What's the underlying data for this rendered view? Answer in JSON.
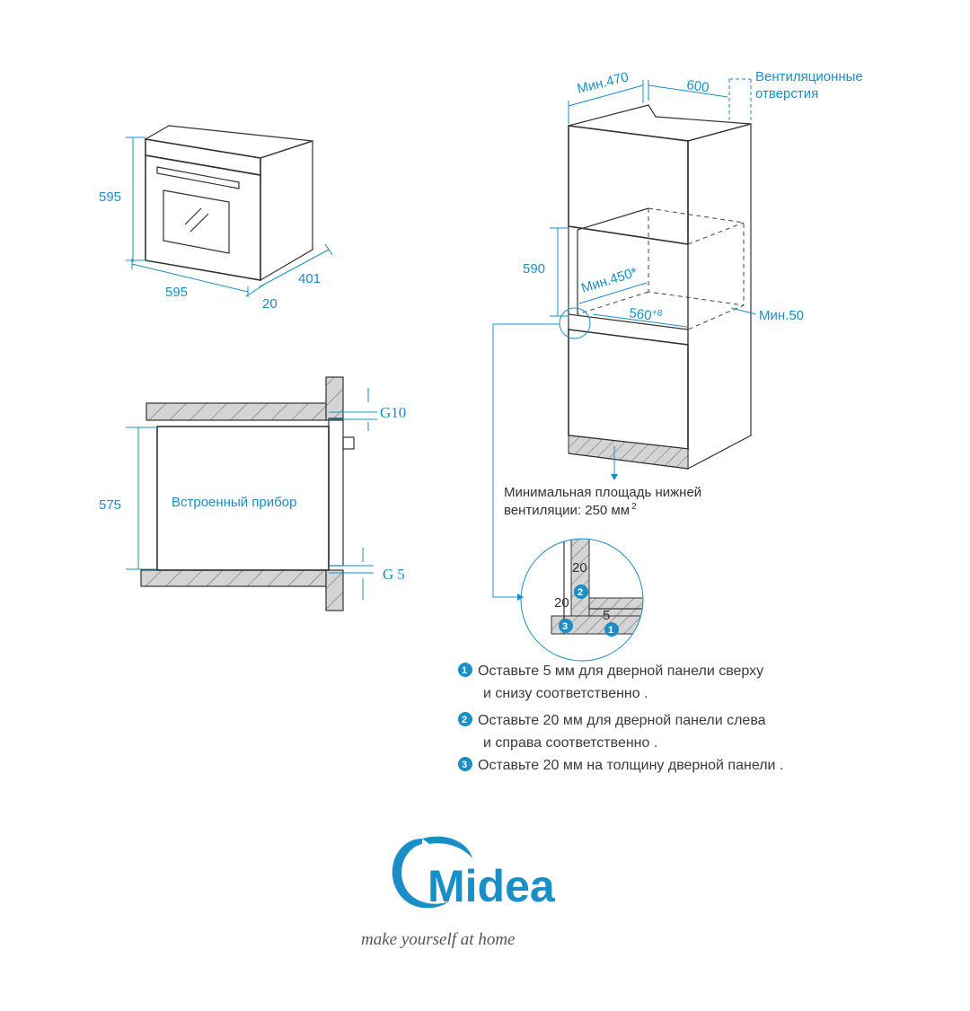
{
  "oven_view": {
    "height_label": "595",
    "width_label": "595",
    "depth_label": "401",
    "panel_label": "20"
  },
  "section_view": {
    "appliance_label": "Встроенный прибор",
    "height_label": "575",
    "gap_top_prefix": "G",
    "gap_top_value": "10",
    "gap_bottom_prefix": "G",
    "gap_bottom_value": "5"
  },
  "cabinet_view": {
    "min_depth_label": "Мин.470",
    "width_label": "600",
    "vent_label_line1": "Вентиляционные",
    "vent_label_line2": "отверстия",
    "niche_height_label": "590",
    "niche_depth_label": "Мин.450*",
    "niche_width_label": "560",
    "niche_width_tolerance": "+8",
    "side_min_label": "Мин.50",
    "bottom_vent_line1": "Минимальная площадь нижней",
    "bottom_vent_line2": "вентиляции: 250 мм",
    "bottom_vent_unit_sup": "2"
  },
  "detail_view": {
    "label_a": "20",
    "label_b": "20",
    "label_c": "5",
    "marker_1": "1",
    "marker_2": "2",
    "marker_3": "3"
  },
  "notes": {
    "n1_line1": "Оставьте 5 мм для дверной панели сверху",
    "n1_line2": "и снизу соответственно .",
    "n2_line1": "Оставьте 20 мм для дверной панели слева",
    "n2_line2": "и справа соответственно .",
    "n3_line1": "Оставьте 20 мм на толщину дверной панели .",
    "marker_1": "1",
    "marker_2": "2",
    "marker_3": "3"
  },
  "branding": {
    "logo_text": "Midea",
    "tagline": "make yourself at home"
  },
  "colors": {
    "accent": "#1a8fc7",
    "line": "#333333",
    "hatch": "#999999"
  }
}
